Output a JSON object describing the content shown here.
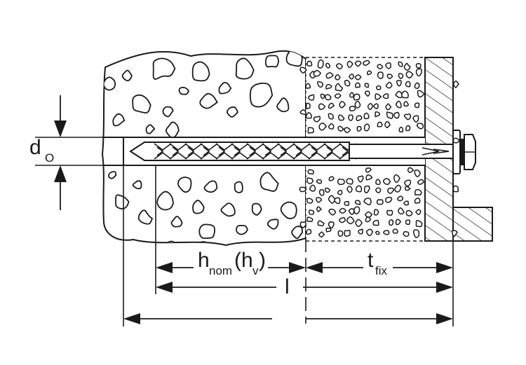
{
  "diagram": {
    "colors": {
      "ink": "#1a1a1a",
      "paper": "#ffffff"
    },
    "labels": {
      "d_main": "d",
      "d_sub": "O",
      "h_main": "h",
      "h_sub": "nom",
      "hv_open": "(h",
      "hv_sub": "v",
      "hv_close": ")",
      "t_main": "t",
      "t_sub": "fix",
      "l_main": "l"
    },
    "icons": {
      "arrow": "arrowhead-icon"
    }
  }
}
